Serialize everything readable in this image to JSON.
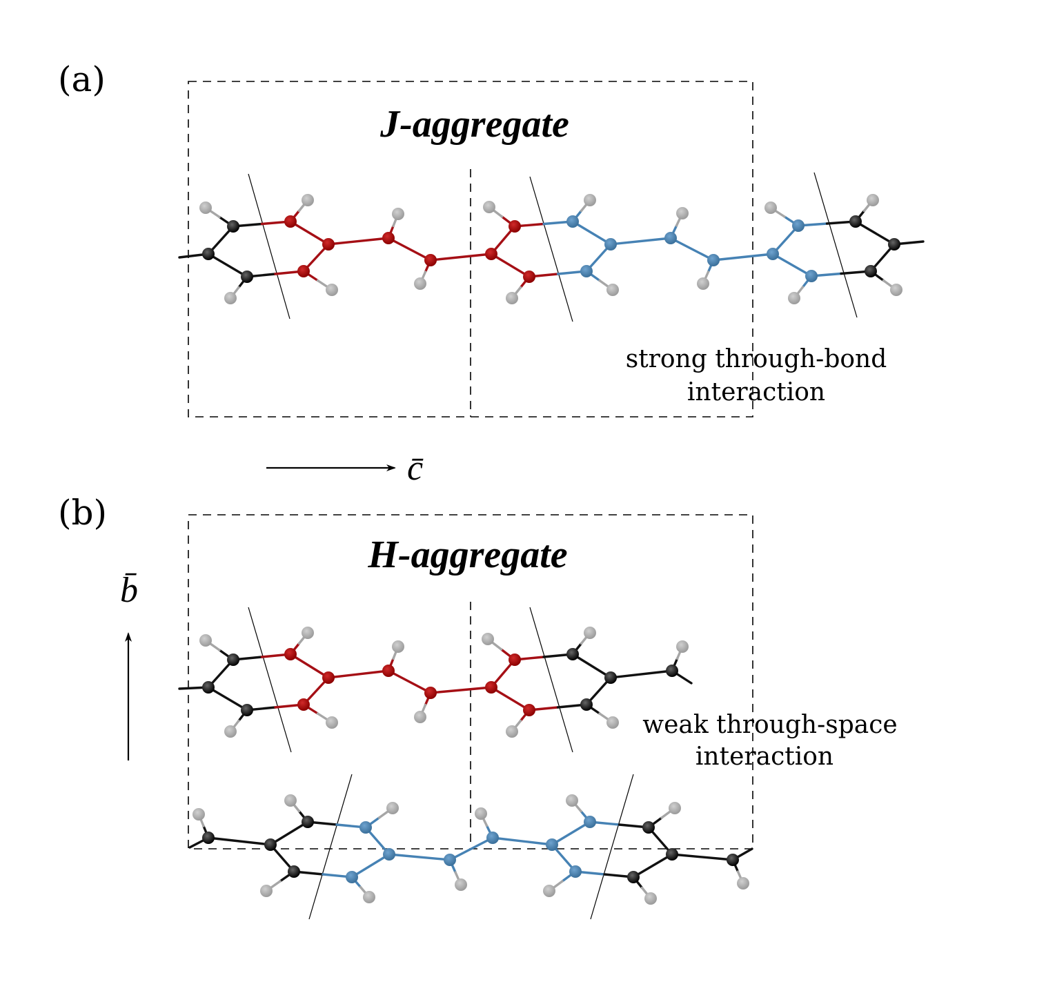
{
  "panel_a": {
    "label": "(a)",
    "title": "J-aggregate",
    "note_line1": "strong through-bond",
    "note_line2": "interaction"
  },
  "panel_b": {
    "label": "(b)",
    "title": "H-aggregate",
    "note_line1": "weak through-space",
    "note_line2": "interaction"
  },
  "axes": {
    "c_label": "c̄",
    "b_label": "b̄"
  },
  "colors": {
    "carbon": "#111111",
    "hydrogen": "#a6a6a6",
    "red_molecule": "#a50f15",
    "blue_molecule": "#4682b4"
  }
}
